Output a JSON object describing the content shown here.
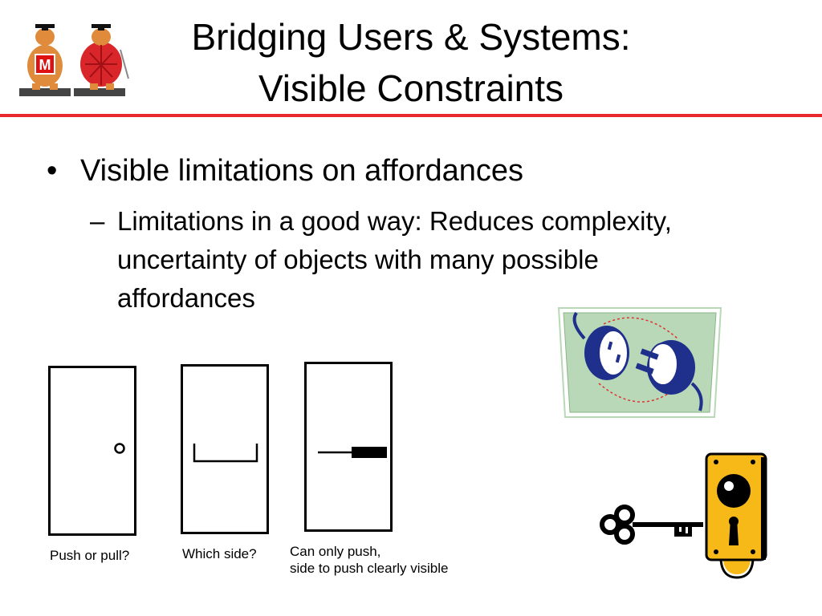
{
  "slide": {
    "title_line1": "Bridging Users & Systems:",
    "title_line2": "Visible Constraints"
  },
  "content": {
    "bullet_marker": "•",
    "bullet": "Visible limitations on affordances",
    "sub_marker": "–",
    "sub_bullet": "Limitations in a good way: Reduces complexity, uncertainty of objects with many possible affordances"
  },
  "doors": [
    {
      "caption": "Push or pull?",
      "handle": "knob-icon"
    },
    {
      "caption": "Which side?",
      "handle": "bar-handle-icon"
    },
    {
      "caption_line1": "Can only push,",
      "caption_line2": "side to push clearly visible",
      "handle": "push-plate-icon"
    }
  ],
  "mascot_letter": "M",
  "colors": {
    "rule": "#e8262b",
    "plug_bg": "#b9d8b7",
    "plug_blue": "#1e2f8c",
    "lock_gold": "#f7b918"
  }
}
